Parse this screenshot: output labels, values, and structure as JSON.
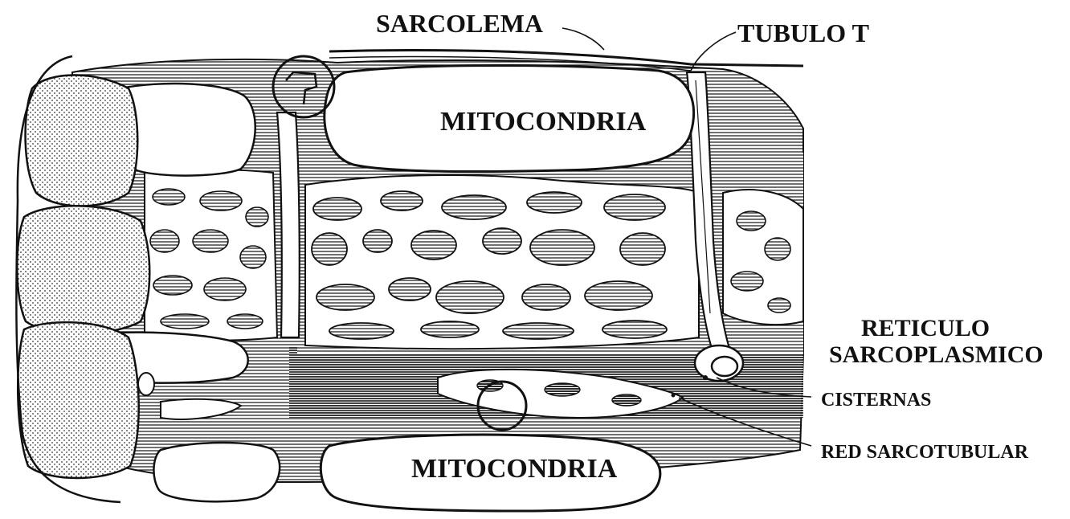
{
  "labels": {
    "sarcolema": "SARCOLEMA",
    "tubulo_t": "TUBULO T",
    "mitocondria_top": "MITOCONDRIA",
    "mitocondria_bottom": "MITOCONDRIA",
    "reticulo_line1": "RETICULO",
    "reticulo_line2": "SARCOPLASMICO",
    "cisternas": "CISTERNAS",
    "red_sarcotubular": "RED SARCOTUBULAR"
  },
  "colors": {
    "ink": "#111111",
    "paper": "#ffffff"
  }
}
